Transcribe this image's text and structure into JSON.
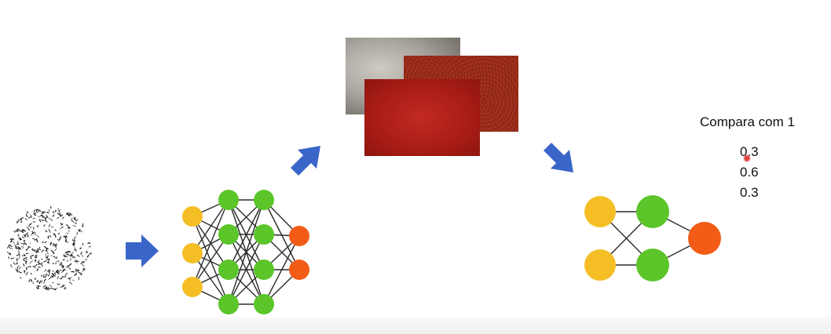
{
  "slide": {
    "compare_label": "Compara com 1",
    "scores": [
      "0.3",
      "0.6",
      "0.3"
    ]
  },
  "colors": {
    "input_node": "#F5BE25",
    "hidden_node": "#5BC52A",
    "output_node": "#F25C16",
    "arrow": "#3A66C9",
    "connection": "#2B2B2B"
  },
  "icons": [
    "noise-texture-circle",
    "arrow-right-icon",
    "arrow-up-right-icon",
    "arrow-down-right-icon",
    "cursor-dot-icon"
  ],
  "images": [
    "stone-texture",
    "red-rough-texture",
    "red-fabric-texture"
  ]
}
